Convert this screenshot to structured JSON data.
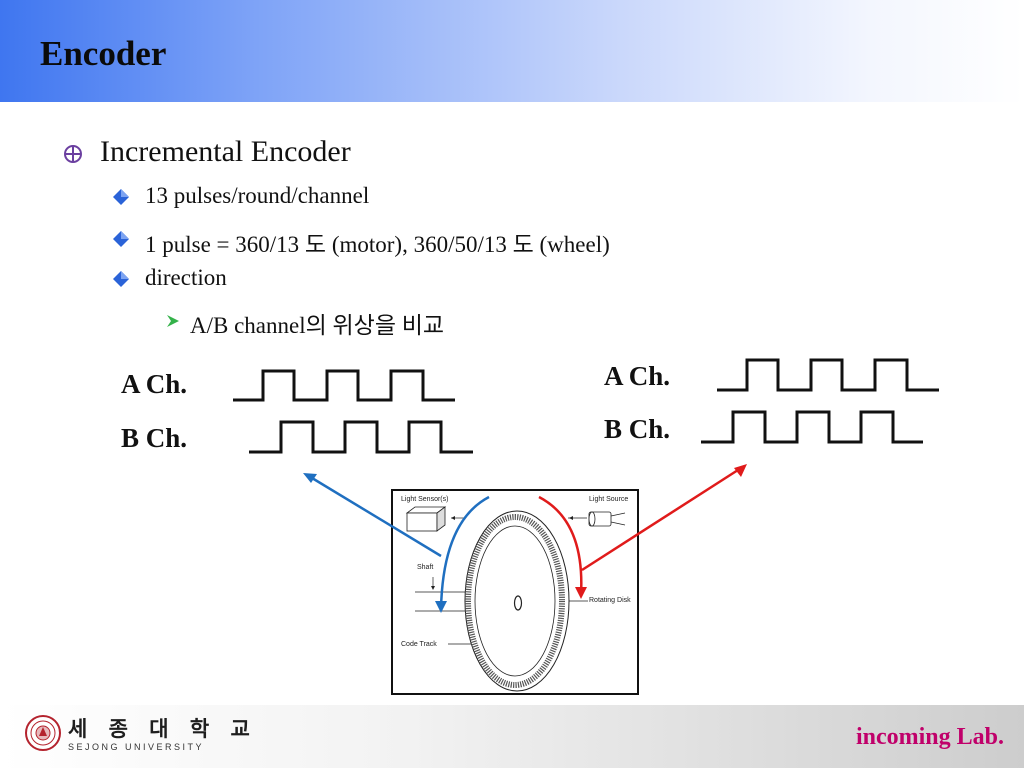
{
  "slide": {
    "title": "Encoder"
  },
  "bullets": {
    "level1": "Incremental Encoder",
    "pulses": "13 pulses/round/channel",
    "pulse_eq": "1 pulse = 360/13 도 (motor), 360/50/13 도 (wheel)",
    "direction": "direction",
    "compare": "A/B channel의 위상을 비교"
  },
  "waveforms": {
    "left": {
      "a_label": "A Ch.",
      "b_label": "B Ch."
    },
    "right": {
      "a_label": "A Ch.",
      "b_label": "B Ch."
    }
  },
  "diagram": {
    "light_sensor": "Light Sensor(s)",
    "light_source": "Light Source",
    "shaft": "Shaft",
    "rotating_disk": "Rotating Disk",
    "code_track": "Code Track"
  },
  "footer": {
    "university_ko": "세 종 대 학 교",
    "university_en": "SEJONG UNIVERSITY",
    "lab": "incoming Lab."
  },
  "colors": {
    "arrow_blue": "#1f6fc0",
    "arrow_red": "#e01b1b",
    "lab_text": "#c0006a",
    "bullet_blue": "#2a63d8"
  }
}
